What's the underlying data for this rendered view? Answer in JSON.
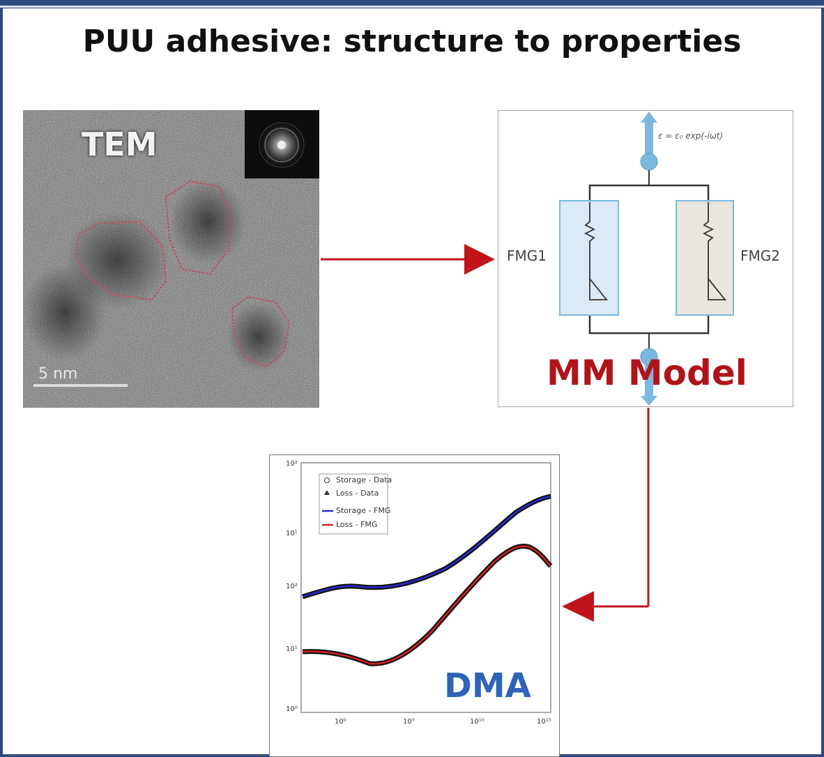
{
  "title": "PUU adhesive: structure to properties",
  "tem": {
    "label": "TEM",
    "scale_label": "5 nm"
  },
  "model": {
    "label": "MM Model",
    "branch_left": "FMG1",
    "branch_right": "FMG2",
    "formula": "ε = ε₀ exp(-iωt)"
  },
  "dma": {
    "label": "DMA",
    "legend": [
      "Storage - Data",
      "Loss - Data",
      "Storage - FMG",
      "Loss - FMG"
    ],
    "x_ticks": [
      "10⁰",
      "10⁵",
      "10¹⁰",
      "10¹⁵"
    ],
    "y_ticks": [
      "10²",
      "10¹",
      "10²",
      "10¹",
      "10⁰"
    ],
    "colors": {
      "storage_fit": "#2a2ad0",
      "loss_fit": "#d42020",
      "data": "#111111"
    }
  },
  "colors": {
    "arrow": "#c0141a",
    "frame": "#2f4a7e",
    "connector": "#7ab8e0"
  }
}
